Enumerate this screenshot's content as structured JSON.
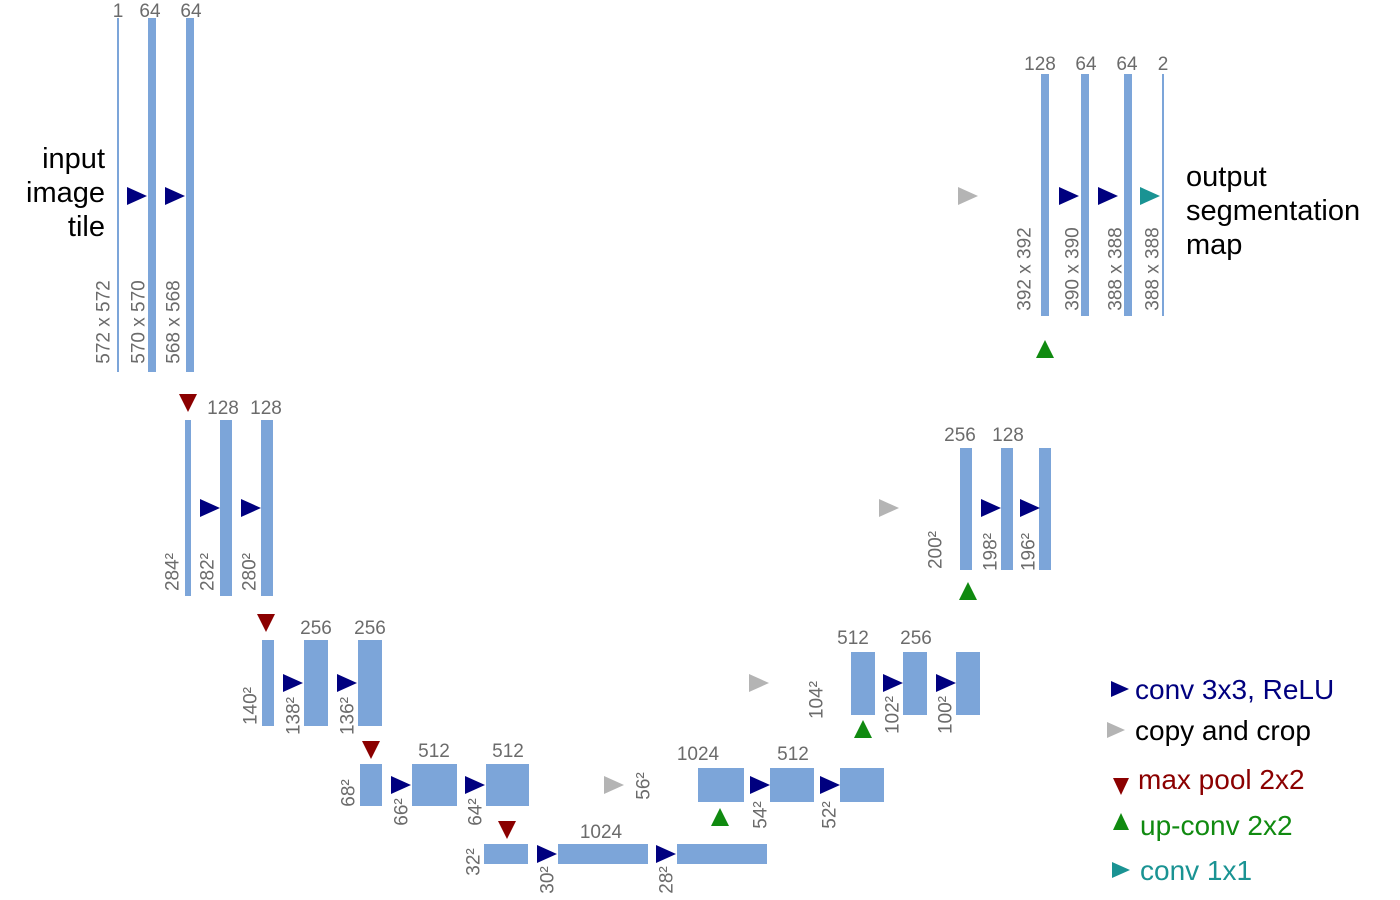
{
  "labels": {
    "input": [
      "input",
      "image",
      "tile"
    ],
    "output": [
      "output",
      "segmentation",
      "map"
    ]
  },
  "channels": {
    "l1": [
      "1",
      "64",
      "64"
    ],
    "l2": [
      "128",
      "128"
    ],
    "l3": [
      "256",
      "256"
    ],
    "l4": [
      "512",
      "512"
    ],
    "l5": [
      "1024"
    ],
    "u4": [
      "1024",
      "512"
    ],
    "u3": [
      "512",
      "256"
    ],
    "u2": [
      "256",
      "128"
    ],
    "u1": [
      "128",
      "64",
      "64",
      "2"
    ]
  },
  "sizes": {
    "l1": [
      "572 x 572",
      "570 x 570",
      "568 x 568"
    ],
    "l2": [
      "284²",
      "282²",
      "280²"
    ],
    "l3": [
      "140²",
      "138²",
      "136²"
    ],
    "l4": [
      "68²",
      "66²",
      "64²"
    ],
    "l5": [
      "32²",
      "30²",
      "28²"
    ],
    "u4": [
      "56²",
      "54²",
      "52²"
    ],
    "u3": [
      "104²",
      "102²",
      "100²"
    ],
    "u2": [
      "200²",
      "198²",
      "196²"
    ],
    "u1": [
      "392 x 392",
      "390 x 390",
      "388 x 388",
      "388 x 388"
    ]
  },
  "legend": {
    "conv": "conv 3x3, ReLU",
    "copy": "copy and crop",
    "pool": "max pool 2x2",
    "up": "up-conv 2x2",
    "conv1": "conv 1x1"
  },
  "colors": {
    "block": "#7ca5d9",
    "conv": "#00007f",
    "copy": "#b4b4b4",
    "pool": "#8b0000",
    "up": "#108a10",
    "conv1": "#1a9393"
  }
}
